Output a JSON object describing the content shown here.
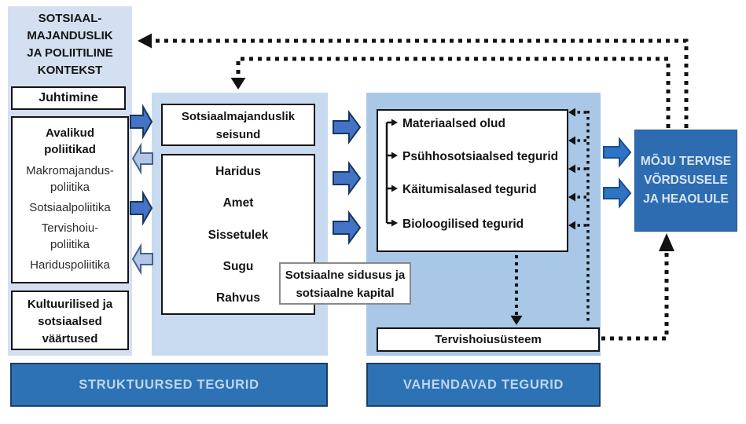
{
  "context_panel": {
    "title": "SOTSIAAL-\nMAJANDUSLIK\nJA POLIITILINE\nKONTEKST",
    "governance": "Juhtimine",
    "policies_heading": "Avalikud\npoliitikad",
    "policies": [
      "Makromajandus-\npoliitika",
      "Sotsiaalpoliitika",
      "Tervishoiu-\npoliitika",
      "Hariduspoliitika"
    ],
    "values": "Kultuurilised ja\nsotsiaalsed\nväärtused"
  },
  "structural_panel": {
    "status_box": "Sotsiaalmajanduslik\nseisund",
    "determinants": [
      "Haridus",
      "Amet",
      "Sissetulek",
      "Sugu",
      "Rahvus"
    ]
  },
  "cohesion_box": "Sotsiaalne sidusus ja\nsotsiaalne kapital",
  "intermediary_panel": {
    "factors": [
      "Materiaalsed olud",
      "Psühhosotsiaalsed tegurid",
      "Käitumisalased tegurid",
      "Bioloogilised tegurid"
    ],
    "health_system": "Tervishoiusüsteem"
  },
  "impact_box": "MÕJU TERVISE\nVÕRDSUSELE\nJA HEAOLULE",
  "footer": {
    "structural": "STRUKTUURSED TEGURID",
    "intermediary": "VAHENDAVAD TEGURID"
  },
  "colors": {
    "panel_light": "#d4e0f1",
    "panel_mid": "#c8daef",
    "panel_dark": "#a9c7e7",
    "bar_blue": "#2d72b5",
    "impact_blue": "#2e6cb2",
    "arrow_dark": "#4472c4",
    "arrow_bright": "#2d74c4",
    "arrow_light": "#b4c6e7",
    "bar_text": "#bcd6ee",
    "dotted_line": "#121212"
  }
}
